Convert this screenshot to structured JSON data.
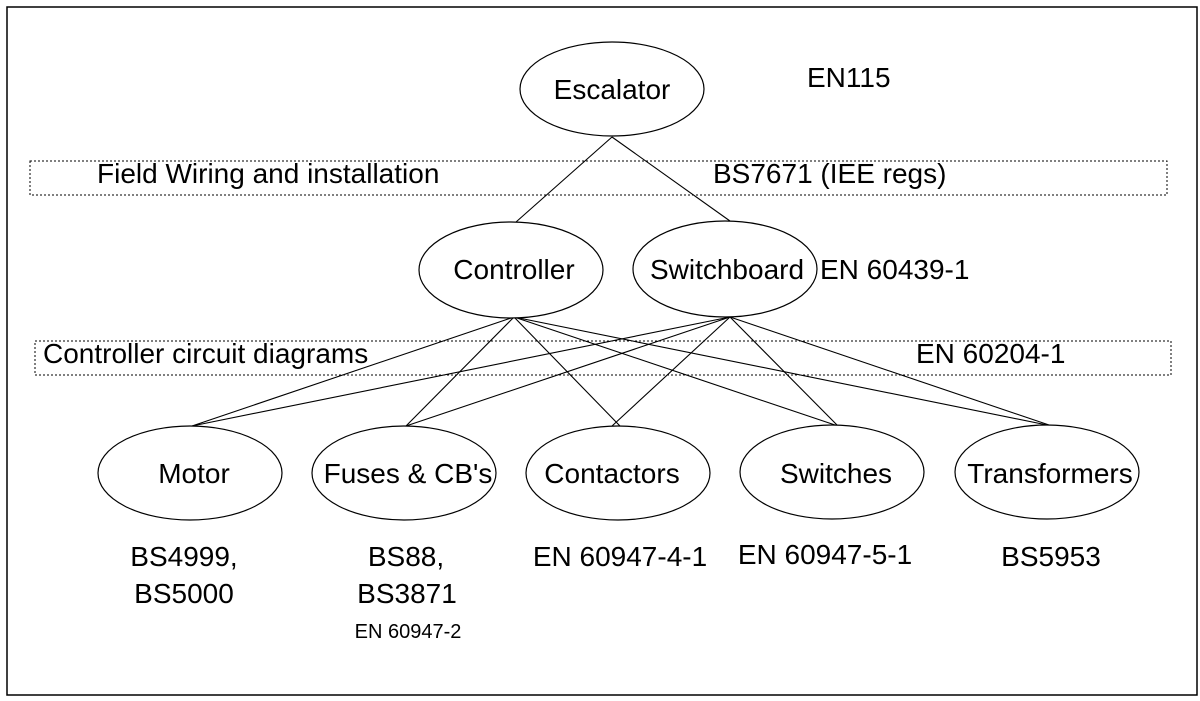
{
  "nodes": {
    "escalator": "Escalator",
    "controller": "Controller",
    "switchboard": "Switchboard",
    "motor": "Motor",
    "fuses": "Fuses & CB's",
    "contactors": "Contactors",
    "switches": "Switches",
    "transformers": "Transformers"
  },
  "standards": {
    "escalator": "EN115",
    "switchboard": "EN 60439-1",
    "motor_1": "BS4999,",
    "motor_2": "BS5000",
    "fuses_1": "BS88,",
    "fuses_2": "BS3871",
    "fuses_3": "EN 60947-2",
    "contactors": "EN 60947-4-1",
    "switches": "EN 60947-5-1",
    "transformers": "BS5953"
  },
  "bands": {
    "field_wiring": {
      "label": "Field Wiring and installation",
      "standard": "BS7671 (IEE regs)"
    },
    "circuit_diagrams": {
      "label": "Controller circuit diagrams",
      "standard": "EN 60204-1"
    }
  }
}
